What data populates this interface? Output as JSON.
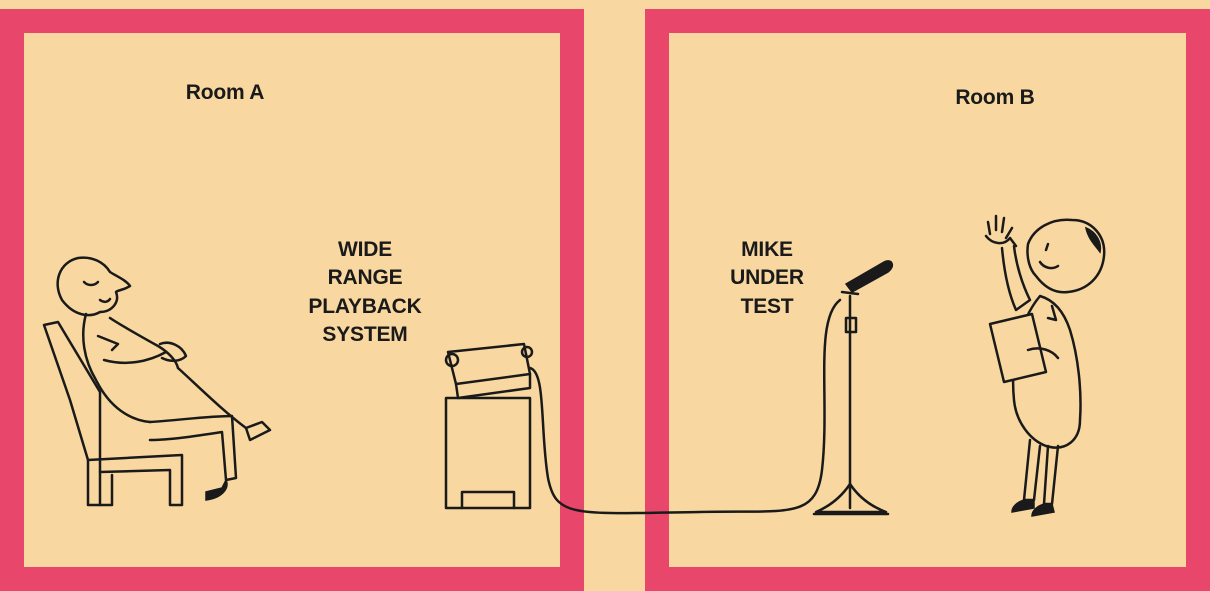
{
  "rooms": {
    "a": {
      "title": "Room A"
    },
    "b": {
      "title": "Room B"
    }
  },
  "labels": {
    "playback": [
      "WIDE",
      "RANGE",
      "PLAYBACK",
      "SYSTEM"
    ],
    "mike": [
      "MIKE",
      "UNDER",
      "TEST"
    ]
  },
  "colors": {
    "background": "#F8D8A0",
    "wall": "#E8466A",
    "ink": "#1A1A1A"
  }
}
